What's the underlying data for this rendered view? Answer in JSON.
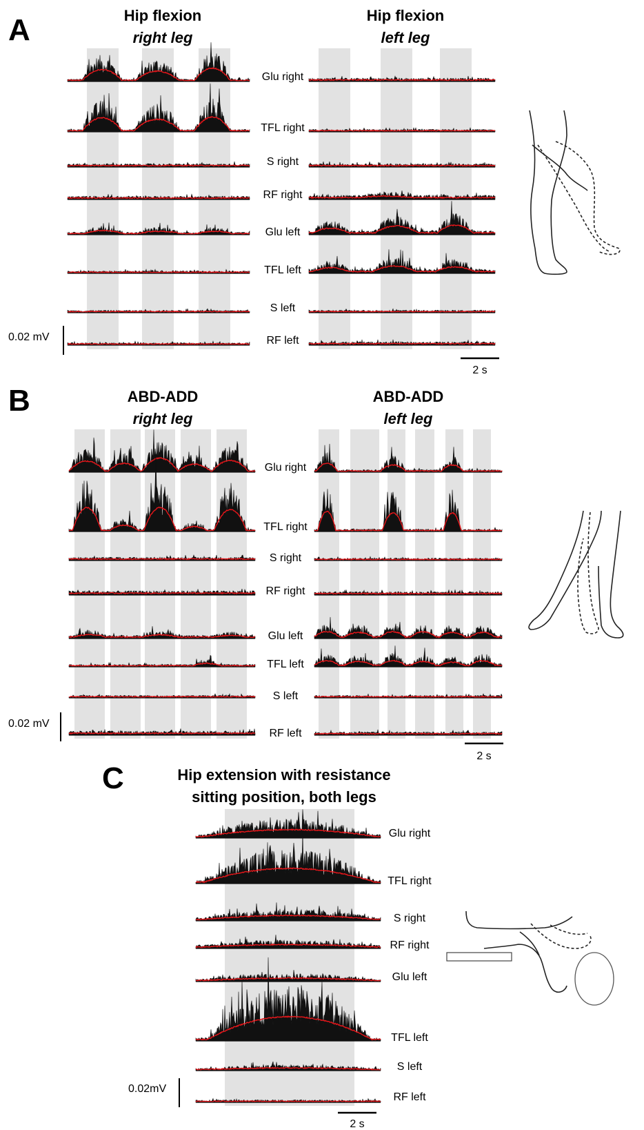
{
  "panels": {
    "A": {
      "letter": "A",
      "right_title": "Hip flexion",
      "right_subtitle": "right leg",
      "left_title": "Hip flexion",
      "left_subtitle": "left leg",
      "muscles": [
        "Glu right",
        "TFL right",
        "S right",
        "RF right",
        "Glu left",
        "TFL left",
        "S left",
        "RF left"
      ],
      "amp_scale": "0.02 mV",
      "time_scale": "2 s"
    },
    "B": {
      "letter": "B",
      "right_title": "ABD-ADD",
      "right_subtitle": "right leg",
      "left_title": "ABD-ADD",
      "left_subtitle": "left leg",
      "muscles": [
        "Glu right",
        "TFL right",
        "S right",
        "RF right",
        "Glu left",
        "TFL left",
        "S left",
        "RF left"
      ],
      "amp_scale": "0.02 mV",
      "time_scale": "2 s"
    },
    "C": {
      "letter": "C",
      "title_line1": "Hip extension with resistance",
      "title_line2": "sitting position, both legs",
      "muscles": [
        "Glu right",
        "TFL right",
        "S right",
        "RF right",
        "Glu left",
        "TFL left",
        "S left",
        "RF left"
      ],
      "amp_scale": "0.02mV",
      "time_scale": "2 s"
    }
  },
  "colors": {
    "trace": "#111111",
    "envelope": "#e8161a",
    "shade": "#e2e2e2",
    "drawing": "#222222"
  }
}
